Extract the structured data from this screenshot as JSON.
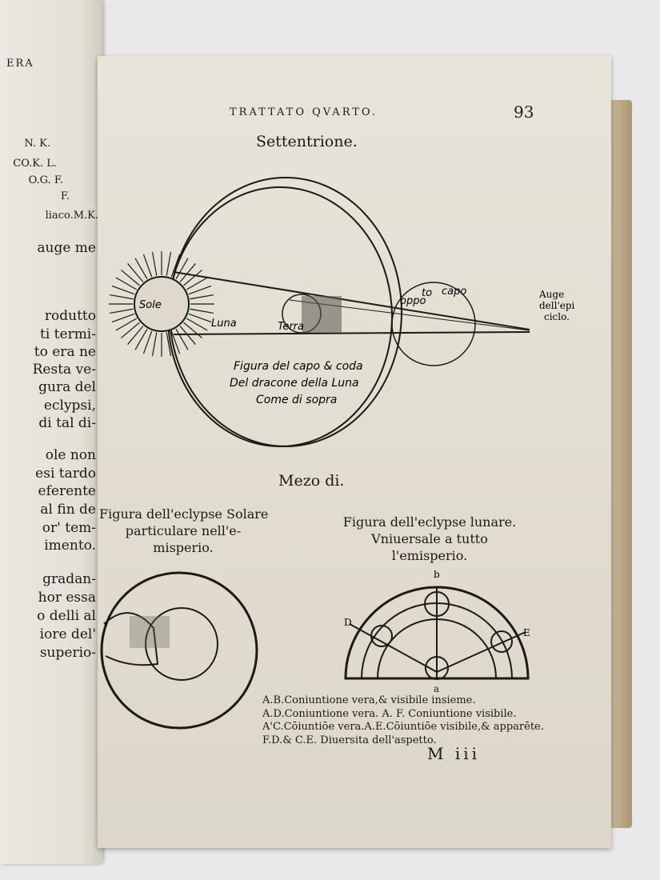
{
  "left_page": {
    "header_fragment": "ERA",
    "lines": [
      "N. K.",
      "CO.K. L.",
      "O.G. F.",
      "F.",
      "liaco.M.K.",
      "auge me",
      "rodutto",
      "ti termi-",
      "to era ne",
      "Resta ve-",
      "gura del",
      "eclypsi,",
      "di tal di-",
      "ole non",
      "esi tardo",
      "eferente",
      "al fin de",
      "or' tem-",
      "imento.",
      "gradan-",
      "hor essa",
      "o delli al",
      "iore del'",
      "superio-"
    ]
  },
  "page": {
    "running_head": "TRATTATO QVARTO.",
    "page_number": "93",
    "heading_north": "Settentrione.",
    "diagram1": {
      "labels": [
        "Sole",
        "Luna",
        "Terra",
        "oppo",
        "to",
        "capo",
        "Auge",
        "dell'epi",
        "ciclo."
      ],
      "caption": [
        "Figura del capo & coda",
        "Del dracone della Luna",
        "Come di sopra"
      ]
    },
    "heading_south": "Mezo di.",
    "solar_caption": [
      "Figura dell'eclypse Solare",
      "particulare nell'e-",
      "misperio."
    ],
    "lunar_caption": [
      "Figura dell'eclypse lunare.",
      "Vniuersale a tutto",
      "l'emisperio."
    ],
    "lunar_points": {
      "b": "b",
      "a": "a",
      "d": "D",
      "e": "E"
    },
    "legend": [
      "A.B.Coniuntione vera,& visibile insieme.",
      "A.D.Coniuntione vera.  A. F. Coniuntione visibile.",
      "A'C.Cōiuntiōe vera.A.E.Cōiuntiōe visibile,& apparēte.",
      "F.D.& C.E. Diuersita dell'aspetto."
    ],
    "signature": "M iii"
  },
  "colors": {
    "paper": "#e4dfd3",
    "ink": "#1c1a17",
    "background": "#e9e9eb"
  }
}
